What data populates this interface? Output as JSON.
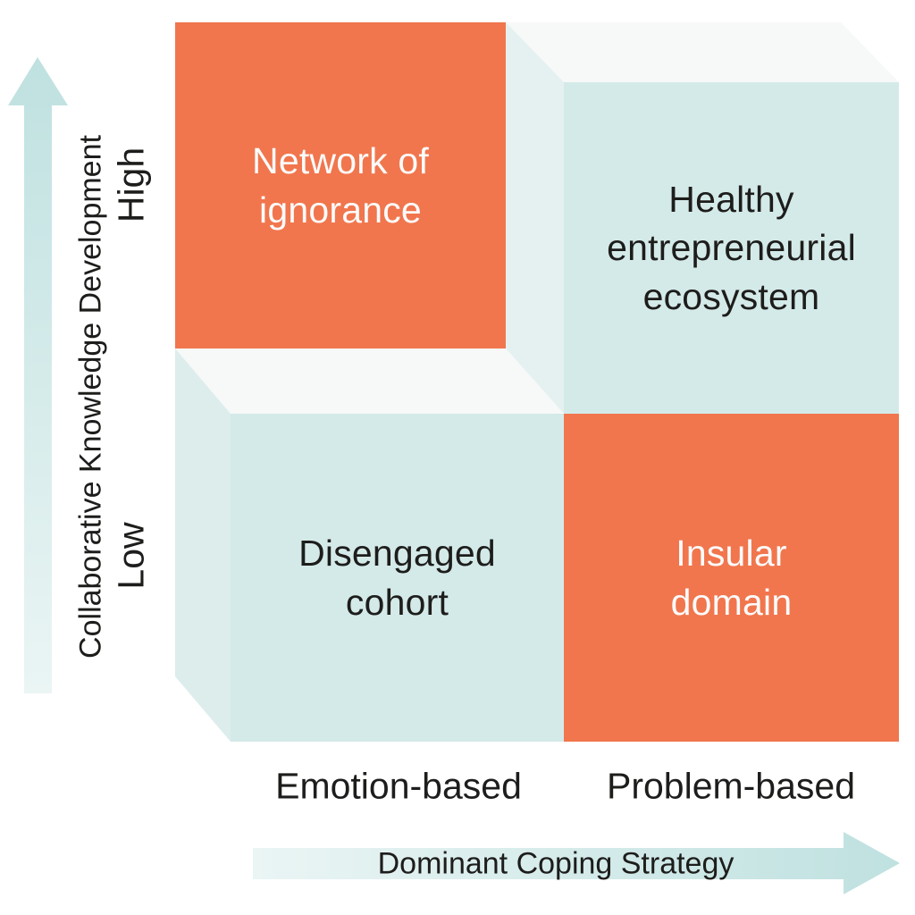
{
  "quadrants": {
    "top_left": {
      "lines": [
        "Network of",
        "ignorance"
      ]
    },
    "top_right": {
      "lines": [
        "Healthy",
        "entrepreneurial",
        "ecosystem"
      ]
    },
    "bottom_left": {
      "lines": [
        "Disengaged",
        "cohort"
      ]
    },
    "bottom_right": {
      "lines": [
        "Insular",
        "domain"
      ]
    }
  },
  "y_axis": {
    "title": "Collaborative Knowledge Development",
    "tick_high": "High",
    "tick_low": "Low"
  },
  "x_axis": {
    "title": "Dominant Coping Strategy",
    "tick_left": "Emotion-based",
    "tick_right": "Problem-based"
  },
  "colors": {
    "orange": "#F1764D",
    "teal": "#D4EAE9",
    "wall_teal_right": "#E4F1F0",
    "wall_teal_left": "#DCEDEC",
    "face_white": "#F7F8F8",
    "arrow_light": "#EAF5F4",
    "arrow_teal": "#BFE1E0",
    "text_dark": "#1D1D1B",
    "text_light": "#FBFBFB"
  }
}
